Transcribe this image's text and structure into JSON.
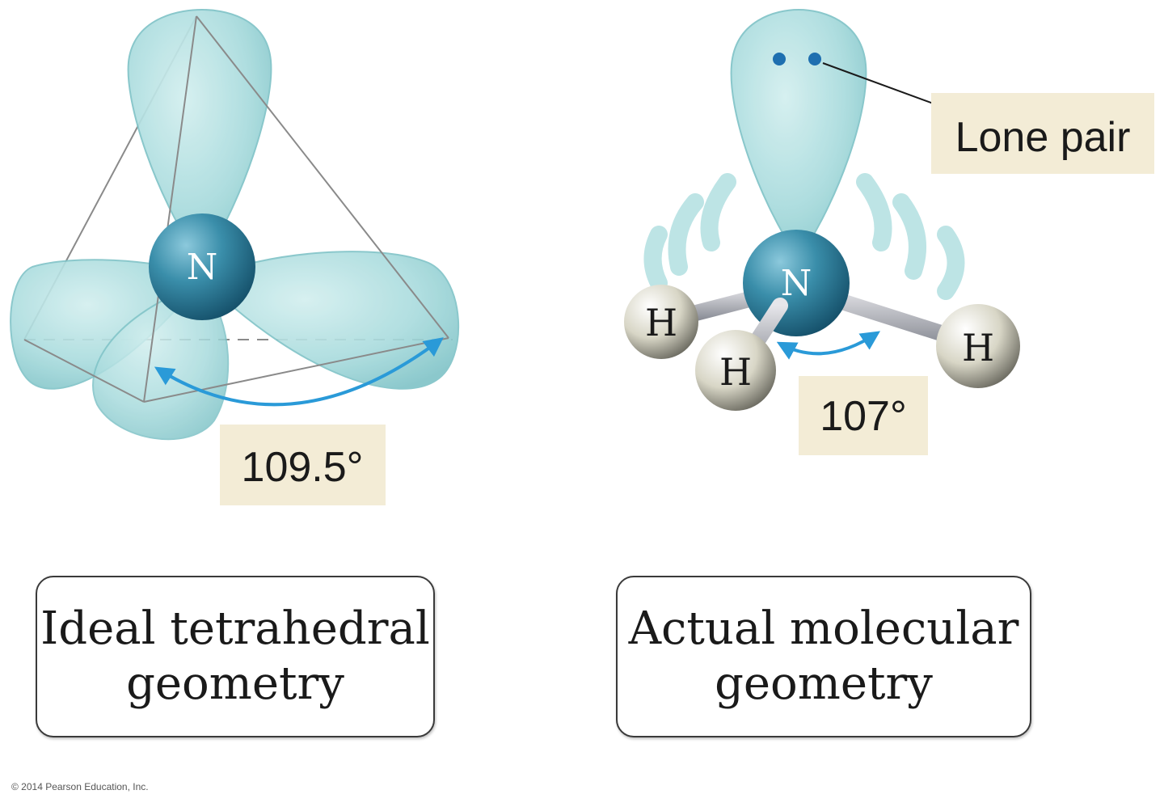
{
  "left_panel": {
    "atom_label": "N",
    "angle_label": "109.5°",
    "caption_line1": "Ideal tetrahedral",
    "caption_line2": "geometry"
  },
  "right_panel": {
    "center_atom_label": "N",
    "hydrogen_labels": [
      "H",
      "H",
      "H"
    ],
    "lone_pair_label": "Lone pair",
    "angle_label": "107°",
    "caption_line1": "Actual molecular",
    "caption_line2": "geometry"
  },
  "copyright": "© 2014 Pearson Education, Inc.",
  "colors": {
    "orbital_fill": "#a8dbdd",
    "orbital_stroke": "#6fb6bb",
    "nitrogen": "#2f7f9a",
    "hydrogen": "#d9d7c8",
    "arrow": "#2a9ad8",
    "label_bg": "#f3ecd6",
    "lone_pair_dot": "#1e6fb0"
  }
}
